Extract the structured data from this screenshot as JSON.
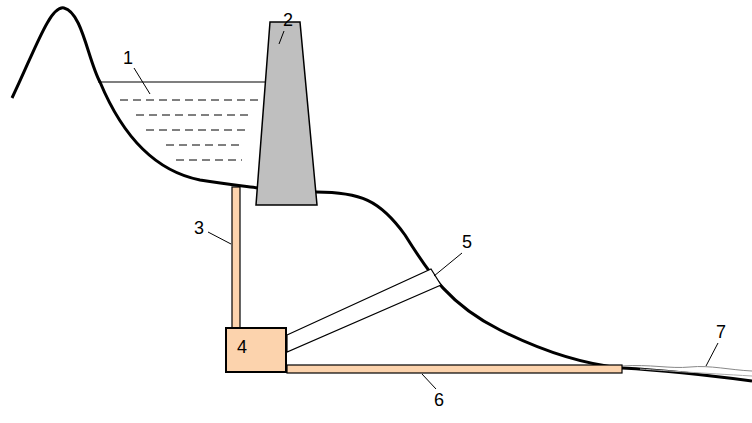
{
  "diagram": {
    "nodes": [
      {
        "text": [
          "4"
        ]
      }
    ],
    "labels": [
      "1",
      "2",
      "3",
      "5",
      "6",
      "7"
    ]
  }
}
